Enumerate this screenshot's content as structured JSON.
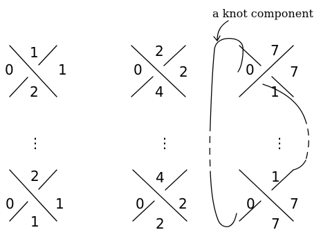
{
  "caption": "a knot component",
  "panels": [
    {
      "top": {
        "top": "1",
        "left": "0",
        "right": "1",
        "bottom": "2"
      },
      "bottom": {
        "top": "2",
        "left": "0",
        "right": "1",
        "bottom": "1"
      }
    },
    {
      "top": {
        "top": "2",
        "left": "0",
        "right": "2",
        "bottom": "4"
      },
      "bottom": {
        "top": "4",
        "left": "0",
        "right": "2",
        "bottom": "2"
      }
    },
    {
      "top": {
        "top": "7",
        "left": "0",
        "right": "7",
        "bottom": "1"
      },
      "bottom": {
        "top": "1",
        "left": "0",
        "right": "7",
        "bottom": "7"
      }
    }
  ],
  "ellipsis": "⋮"
}
